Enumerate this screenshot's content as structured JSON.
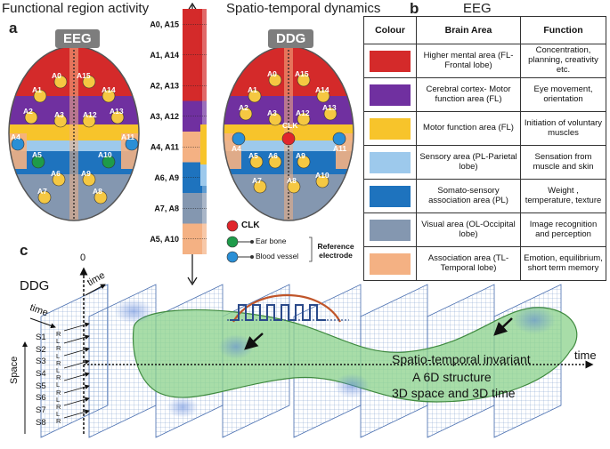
{
  "headers": {
    "functional": "Functional region activity",
    "spatio": "Spatio-temporal dynamics",
    "eeg_title": "EEG"
  },
  "panels": {
    "a": "a",
    "b": "b",
    "c": "c"
  },
  "pills": {
    "eeg": "EEG",
    "ddg": "DDG"
  },
  "eeg_electrodes": [
    "A0",
    "A15",
    "A1",
    "A14",
    "A2",
    "A3",
    "A13",
    "A12",
    "A4",
    "A11",
    "A5",
    "A10",
    "A6",
    "A9",
    "A7",
    "A8"
  ],
  "ddg_electrodes": [
    "A0",
    "A15",
    "A1",
    "A14",
    "A2",
    "A13",
    "A3",
    "CLK",
    "A12",
    "A4",
    "A11",
    "A5",
    "A6",
    "A9",
    "A7",
    "A8",
    "A10"
  ],
  "strip_labels": [
    "A0, A15",
    "A1, A14",
    "A2, A13",
    "A3, A12",
    "A4, A11",
    "A6, A9",
    "A7, A8",
    "A5, A10"
  ],
  "legend": {
    "clk": "CLK",
    "ear": "Ear bone",
    "vessel": "Blood vessel",
    "reference": "Reference electrode",
    "colors": {
      "clk": "#e0262b",
      "ear": "#1e9b4a",
      "vessel": "#2a8fd6"
    }
  },
  "table": {
    "headers": [
      "Colour",
      "Brain Area",
      "Function"
    ],
    "rows": [
      {
        "color": "#d42a2a",
        "area": "Higher mental area (FL-Frontal lobe)",
        "function": "Concentration, planning, creativity etc."
      },
      {
        "color": "#7030a0",
        "area": "Cerebral cortex- Motor function area (FL)",
        "function": "Eye movement, orientation"
      },
      {
        "color": "#f7c42b",
        "area": "Motor function area (FL)",
        "function": "Initiation of voluntary muscles"
      },
      {
        "color": "#9dc9ec",
        "area": "Sensory area (PL-Parietal lobe)",
        "function": "Sensation from muscle and skin"
      },
      {
        "color": "#1e73be",
        "area": "Somato-sensory association area (PL)",
        "function": "Weight , temperature, texture"
      },
      {
        "color": "#8497b0",
        "area": "Visual area (OL-Occipital lobe)",
        "function": "Image recognition and perception"
      },
      {
        "color": "#f4b183",
        "area": "Association area (TL-Temporal lobe)",
        "function": "Emotion, equilibrium, short term memory"
      }
    ]
  },
  "ddg_section": {
    "label": "DDG",
    "zero": "0",
    "time_top": "time",
    "time_left": "time",
    "time_right": "time",
    "space": "Space",
    "sensors": [
      "S1",
      "S2",
      "S3",
      "S4",
      "S5",
      "S6",
      "S7",
      "S8"
    ],
    "lr": [
      "R",
      "L",
      "R",
      "L",
      "R",
      "L",
      "R",
      "L",
      "R",
      "L",
      "R",
      "L",
      "R"
    ],
    "invariant_title": "Spatio-temporal invariant",
    "invariant_sub1": "A 6D structure",
    "invariant_sub2": "3D space and 3D time"
  }
}
